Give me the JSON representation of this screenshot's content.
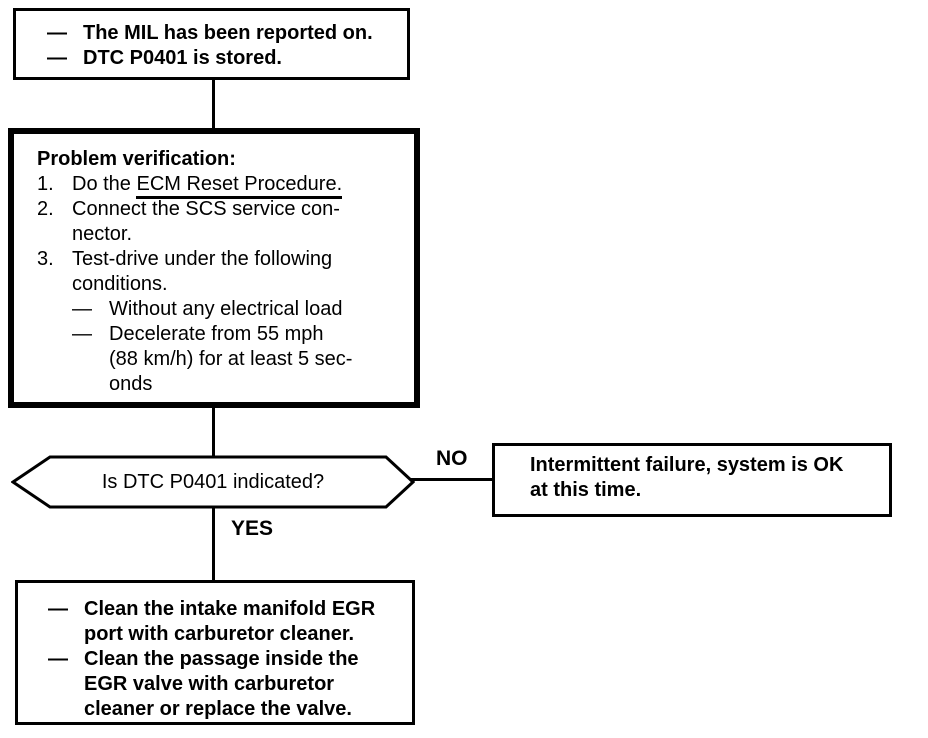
{
  "diagram": {
    "dash": "—",
    "start_box": {
      "items": [
        "The MIL has been reported on.",
        "DTC P0401 is stored."
      ]
    },
    "verify_box": {
      "title": "Problem verification:",
      "steps": [
        {
          "num": "1.",
          "prefix": "Do the ",
          "link": "ECM Reset Procedure."
        },
        {
          "num": "2.",
          "text": "Connect the SCS service con-\nnector."
        },
        {
          "num": "3.",
          "text": "Test-drive under the following\nconditions.",
          "subitems": [
            "Without any electrical load",
            "Decelerate from 55 mph\n(88 km/h) for at least 5 sec-\nonds"
          ]
        }
      ]
    },
    "decision": {
      "label": "Is DTC P0401 indicated?"
    },
    "no_label": "NO",
    "yes_label": "YES",
    "no_box": {
      "text": "Intermittent failure, system is OK\nat this time."
    },
    "yes_box": {
      "items": [
        "Clean the intake manifold EGR\nport with carburetor cleaner.",
        "Clean the passage inside the\nEGR valve with carburetor\ncleaner or replace the valve."
      ]
    }
  }
}
